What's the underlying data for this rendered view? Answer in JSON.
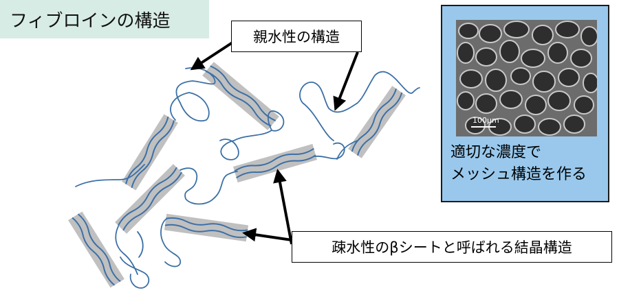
{
  "title": "フィブロインの構造",
  "callouts": {
    "hydrophilic": "親水性の構造",
    "hydrophobic": "疎水性のβシートと呼ばれる結晶構造"
  },
  "mesh_panel": {
    "scale_label": "100μm",
    "caption_line1": "適切な濃度で",
    "caption_line2": "メッシュ構造を作る"
  },
  "colors": {
    "chain": "#3b6fa5",
    "sheet_band": "#c0c0c0",
    "title_bg": "#d8ece6",
    "panel_bg": "#99c8ec"
  }
}
